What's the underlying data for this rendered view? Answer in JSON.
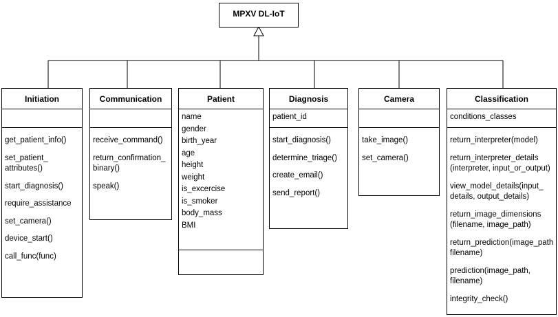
{
  "diagram": {
    "type": "uml-class-diagram",
    "title": "MPXV DL-IoT",
    "relationship": "generalization",
    "colors": {
      "stroke": "#000000",
      "fill": "#ffffff",
      "text": "#000000"
    }
  },
  "root": {
    "name": "MPXV DL-IoT"
  },
  "classes": [
    {
      "name": "Initiation",
      "attributes": [],
      "methods": [
        "get_patient_info()",
        "set_patient_\nattributes()",
        "start_diagnosis()",
        "require_assistance",
        "set_camera()",
        "device_start()",
        "call_func(func)"
      ]
    },
    {
      "name": "Communication",
      "attributes": [],
      "methods": [
        "receive_command()",
        "return_confirmation_\nbinary()",
        "speak()"
      ]
    },
    {
      "name": "Patient",
      "attributes": [
        "name",
        "gender",
        "birth_year",
        "age",
        "height",
        "weight",
        "is_excercise",
        "is_smoker",
        "body_mass",
        "BMI"
      ],
      "methods": []
    },
    {
      "name": "Diagnosis",
      "attributes": [
        "patient_id"
      ],
      "methods": [
        "start_diagnosis()",
        "determine_triage()",
        "create_email()",
        "send_report()"
      ]
    },
    {
      "name": "Camera",
      "attributes": [],
      "methods": [
        "take_image()",
        "set_camera()"
      ]
    },
    {
      "name": "Classification",
      "attributes": [
        "conditions_classes"
      ],
      "methods": [
        "return_interpreter(model)",
        "return_interpreter_details\n(interpreter, input_or_output)",
        "view_model_details(input_\ndetails, output_details)",
        "return_image_dimensions\n(filename, image_path)",
        "return_prediction(image_path\nfilename)",
        "prediction(image_path,\nfilename)",
        "integrity_check()"
      ]
    }
  ]
}
